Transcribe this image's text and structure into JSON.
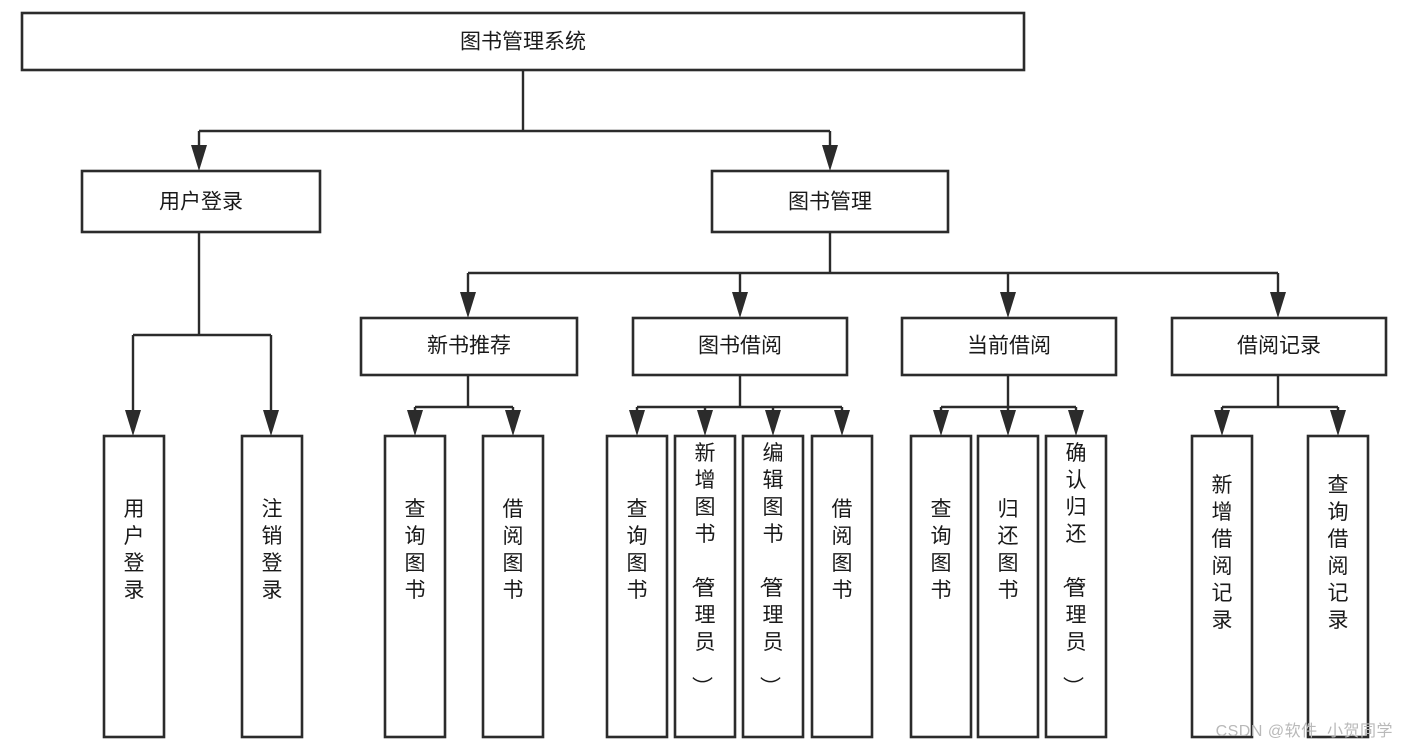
{
  "diagram": {
    "type": "tree-hierarchy",
    "title": "图书管理系统",
    "watermark": "CSDN @软件_小贺同学",
    "colors": {
      "box_stroke": "#2b2b2b",
      "box_fill": "#ffffff",
      "connector": "#2b2b2b",
      "text": "#1a1a1a",
      "background": "#ffffff",
      "watermark": "#b9b9b9"
    },
    "root": {
      "label": "图书管理系统"
    },
    "level2": [
      {
        "label": "用户登录"
      },
      {
        "label": "图书管理"
      }
    ],
    "level3": [
      {
        "label": "新书推荐"
      },
      {
        "label": "图书借阅"
      },
      {
        "label": "当前借阅"
      },
      {
        "label": "借阅记录"
      }
    ],
    "leaves": {
      "user_login": [
        {
          "label": "用户登录"
        },
        {
          "label": "注销登录"
        }
      ],
      "new_book_recommend": [
        {
          "label": "查询图书"
        },
        {
          "label": "借阅图书"
        }
      ],
      "book_borrow": [
        {
          "label": "查询图书"
        },
        {
          "label": "新增图书（管理员）"
        },
        {
          "label": "编辑图书（管理员）"
        },
        {
          "label": "借阅图书"
        }
      ],
      "current_borrow": [
        {
          "label": "查询图书"
        },
        {
          "label": "归还图书"
        },
        {
          "label": "确认归还（管理员）"
        }
      ],
      "borrow_record": [
        {
          "label": "新增借阅记录"
        },
        {
          "label": "查询借阅记录"
        }
      ]
    }
  }
}
